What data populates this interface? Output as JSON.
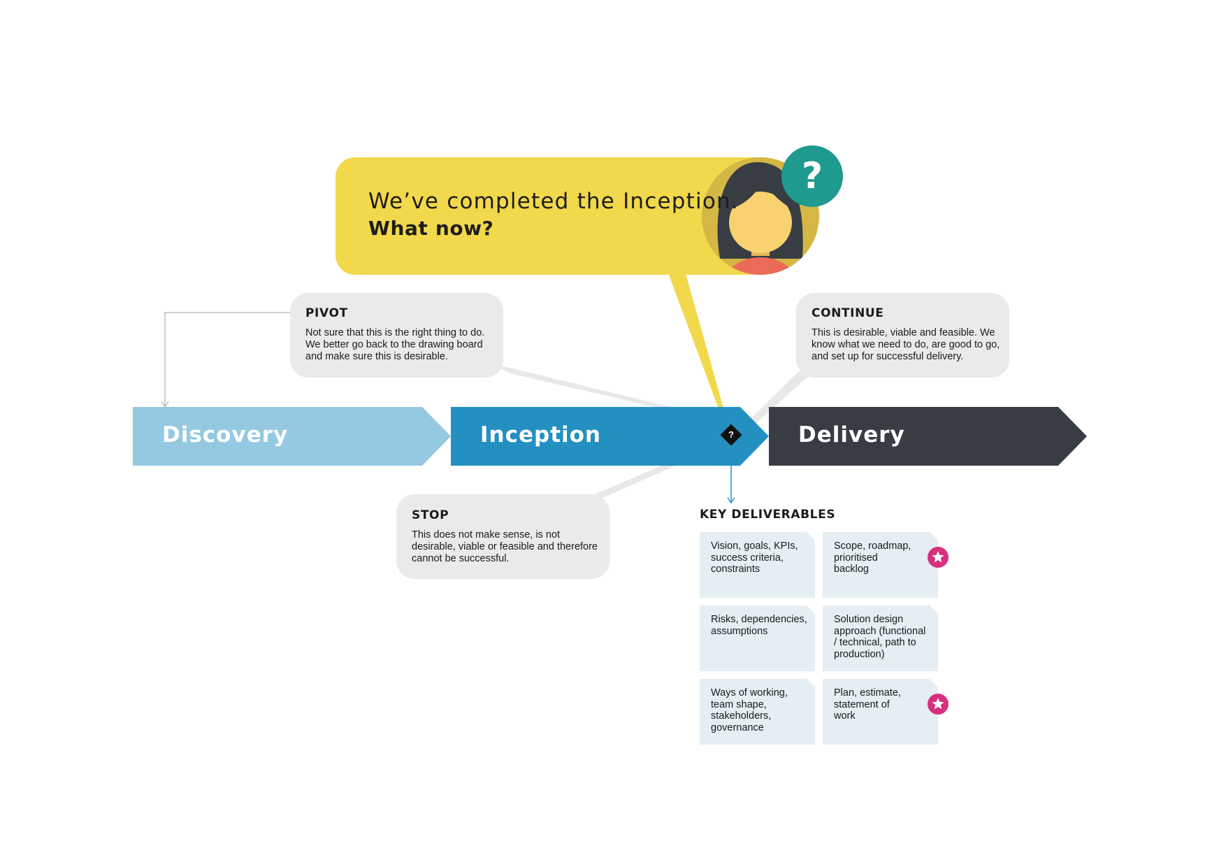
{
  "speech_bubble": {
    "line1": "We’ve completed the Inception.",
    "line2": "What now?"
  },
  "avatar": {
    "badge": "?"
  },
  "options": {
    "pivot": {
      "title": "PIVOT",
      "body": "Not sure that this is the right thing to do.\nWe better go back to the drawing board\nand make sure this is desirable."
    },
    "continue": {
      "title": "CONTINUE",
      "body": "This is desirable, viable and feasible. We\nknow what we need to do, are good to go,\nand set up for successful delivery."
    },
    "stop": {
      "title": "STOP",
      "body": "This does not make sense, is not\ndesirable, viable or feasible and therefore\ncannot be successful."
    }
  },
  "phases": {
    "discovery": "Discovery",
    "inception": "Inception",
    "delivery": "Delivery"
  },
  "decision_marker": "?",
  "key_deliverables": {
    "title": "KEY DELIVERABLES",
    "items": [
      {
        "text": "Vision, goals, KPIs,\nsuccess criteria,\nconstraints",
        "starred": false
      },
      {
        "text": "Scope, roadmap,\nprioritised\nbacklog",
        "starred": true
      },
      {
        "text": "Risks, dependencies,\nassumptions",
        "starred": false
      },
      {
        "text": "Solution design\napproach (functional\n/ technical, path to\nproduction)",
        "starred": false
      },
      {
        "text": "Ways of working,\nteam shape,\nstakeholders,\ngovernance",
        "starred": false
      },
      {
        "text": "Plan, estimate,\nstatement of\nwork",
        "starred": true
      }
    ]
  },
  "colors": {
    "bubble": "#F2D84B",
    "avatar_ring": "#D4B744",
    "help_badge": "#1F9A8F",
    "callout": "#EAEAEA",
    "discovery": "#94C9E1",
    "inception": "#2490C2",
    "delivery": "#383D44",
    "card": "#E5EEF2",
    "star": "#D6307E"
  }
}
